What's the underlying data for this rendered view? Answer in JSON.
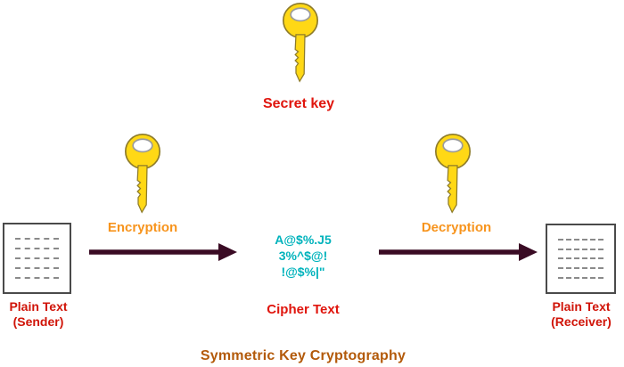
{
  "diagram_title": "Symmetric Key Cryptography",
  "secret_key_label": "Secret key",
  "encryption_label": "Encryption",
  "decryption_label": "Decryption",
  "sender": {
    "title": "Plain Text",
    "subtitle": "(Sender)"
  },
  "receiver": {
    "title": "Plain Text",
    "subtitle": "(Receiver)"
  },
  "cipher": {
    "label": "Cipher Text",
    "lines": [
      "A@$%.J5",
      "3%^$@!",
      "!@$%|\""
    ]
  },
  "icons": {
    "key": "key-icon",
    "document": "document-icon",
    "arrow": "arrow-right-icon"
  },
  "colors": {
    "label_red": "#e0150d",
    "label_orange": "#f7941d",
    "cipher_teal": "#00b3bc",
    "arrow_maroon": "#3a0b24",
    "title_brown_orange": "#b35a0a",
    "key_yellow": "#ffd815",
    "document_border_gray": "#4a4a4a",
    "dashed_line_gray": "#8a8a8a"
  }
}
